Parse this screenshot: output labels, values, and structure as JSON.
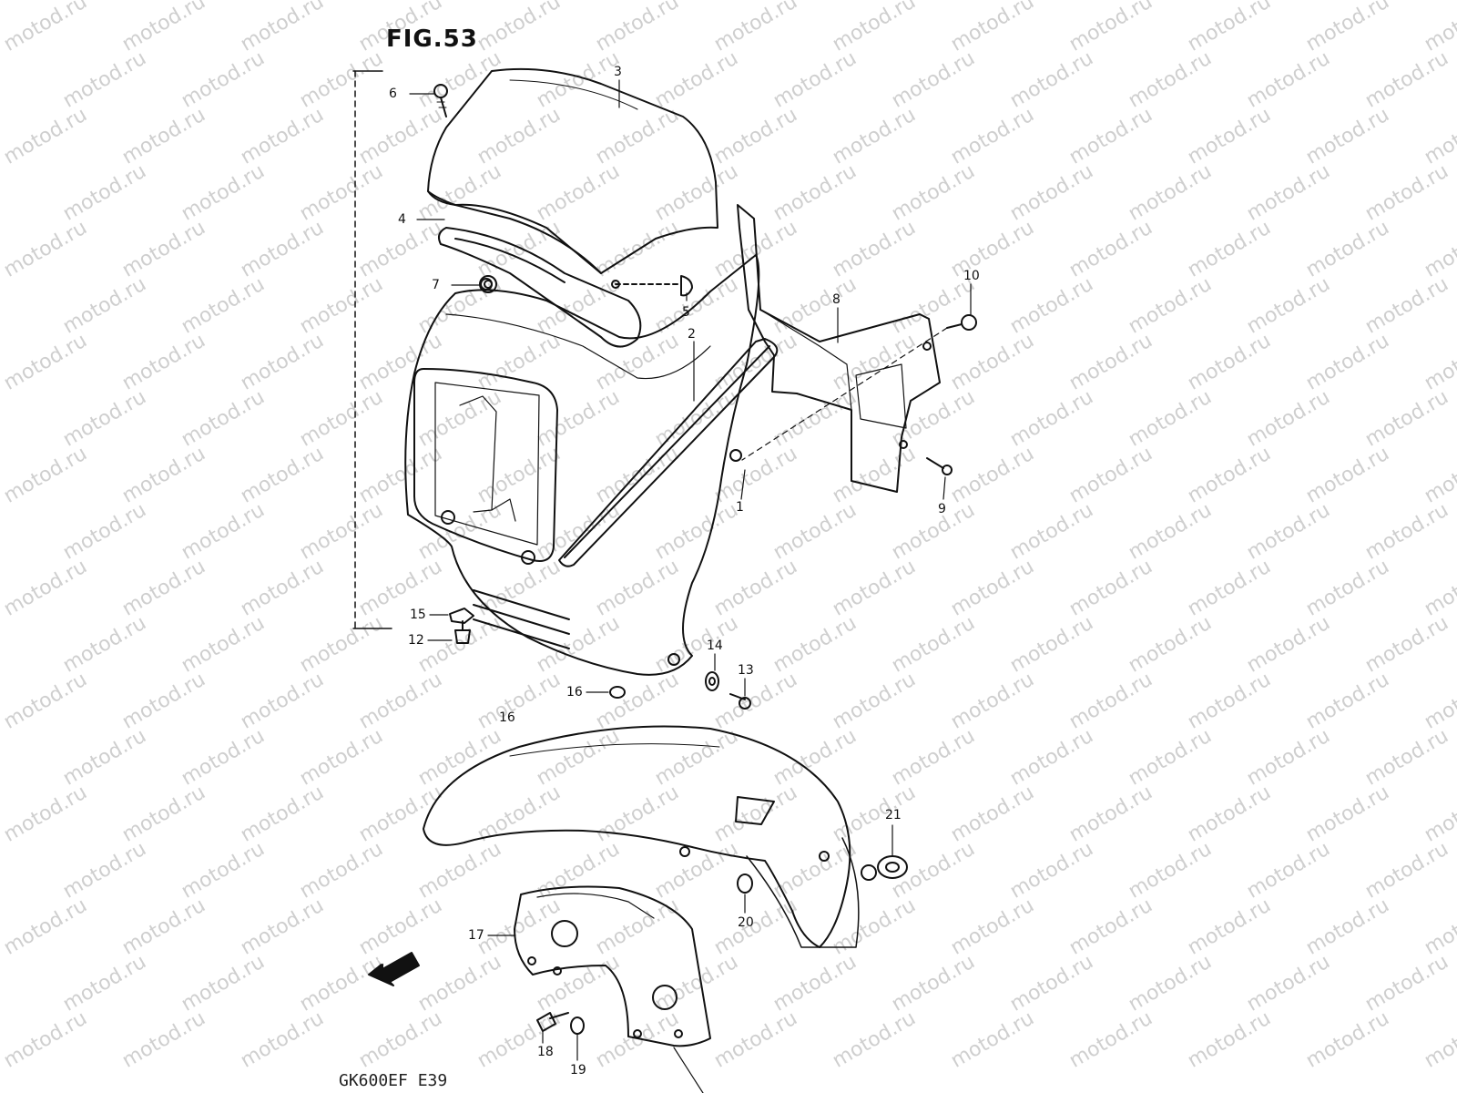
{
  "figure": {
    "title": "FIG.53",
    "model_code": "GK600EF E39",
    "fwd_label": "FWD",
    "watermark": "motod.ru"
  },
  "callouts": {
    "c1": "1",
    "c2": "2",
    "c3": "3",
    "c4": "4",
    "c5": "5",
    "c6": "6",
    "c7": "7",
    "c8": "8",
    "c9": "9",
    "c10": "10",
    "c12": "12",
    "c13": "13",
    "c14": "14",
    "c15": "15",
    "c16a": "16",
    "c16b": "16",
    "c17": "17",
    "c18": "18",
    "c19": "19",
    "c20": "20",
    "c21": "21"
  },
  "colors": {
    "ink": "#111111",
    "watermark": "#cfcfcf",
    "background": "#ffffff"
  }
}
